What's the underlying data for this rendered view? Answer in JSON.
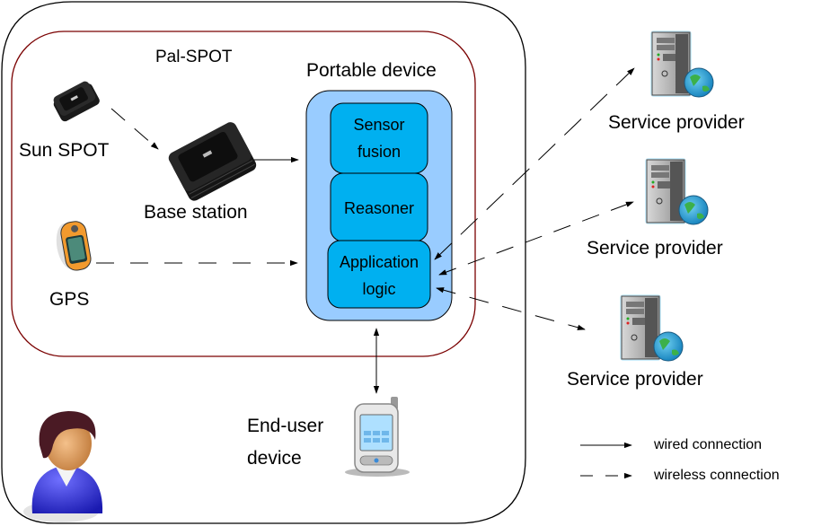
{
  "diagram": {
    "outer_boundary_label": "",
    "palspot": {
      "title": "Pal-SPOT",
      "sun_spot": {
        "label": "Sun SPOT",
        "icon": "sensor-device-icon"
      },
      "base_station": {
        "label": "Base station",
        "icon": "base-station-icon"
      },
      "gps": {
        "label": "GPS",
        "icon": "gps-device-icon"
      },
      "portable_device": {
        "title": "Portable device",
        "modules": [
          {
            "line1": "Sensor",
            "line2": "fusion"
          },
          {
            "line1": "Reasoner",
            "line2": ""
          },
          {
            "line1": "Application",
            "line2": "logic"
          }
        ]
      }
    },
    "end_user_device": {
      "line1": "End-user",
      "line2": "device",
      "icon": "pda-phone-icon"
    },
    "user": {
      "icon": "user-avatar-icon"
    },
    "service_providers": [
      {
        "label": "Service provider",
        "icon": "server-globe-icon"
      },
      {
        "label": "Service provider",
        "icon": "server-globe-icon"
      },
      {
        "label": "Service provider",
        "icon": "server-globe-icon"
      }
    ],
    "connections": [
      {
        "from": "Sun SPOT",
        "to": "Base station",
        "type": "wireless"
      },
      {
        "from": "Base station",
        "to": "Portable device",
        "type": "wired"
      },
      {
        "from": "GPS",
        "to": "Portable device",
        "type": "wireless"
      },
      {
        "from": "Application logic",
        "to": "Service provider 1",
        "type": "wireless",
        "bidirectional": true
      },
      {
        "from": "Application logic",
        "to": "Service provider 2",
        "type": "wireless",
        "bidirectional": true
      },
      {
        "from": "Application logic",
        "to": "Service provider 3",
        "type": "wireless",
        "bidirectional": true
      },
      {
        "from": "Portable device",
        "to": "End-user device",
        "type": "wired",
        "bidirectional": true
      }
    ],
    "legend": [
      {
        "label": "wired connection",
        "type": "wired"
      },
      {
        "label": "wireless connection",
        "type": "wireless"
      }
    ],
    "colors": {
      "palspot_border": "#7a0000",
      "portable_fill": "#99ccff",
      "module_fill": "#00b0f0",
      "line": "#000000"
    }
  }
}
